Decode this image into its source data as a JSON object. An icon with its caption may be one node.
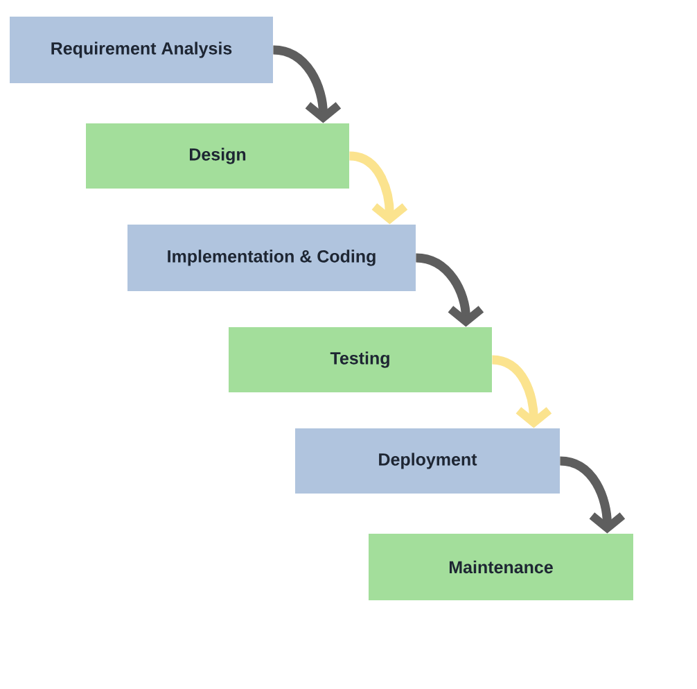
{
  "diagram": {
    "nodes": [
      {
        "text": [
          "Requirement Analysis"
        ]
      },
      {
        "text": [
          "Design"
        ]
      },
      {
        "text": [
          "Implementation & Coding"
        ]
      },
      {
        "text": [
          "Testing"
        ]
      },
      {
        "text": [
          "Deployment"
        ]
      },
      {
        "text": [
          "Maintenance"
        ]
      }
    ],
    "edges": [
      {
        "from": 0,
        "to": 1,
        "arrow": "to"
      },
      {
        "from": 1,
        "to": 2,
        "arrow": "to",
        "color": "#fbe38e"
      },
      {
        "from": 2,
        "to": 3,
        "arrow": "to"
      },
      {
        "from": 3,
        "to": 4,
        "arrow": "to",
        "color": "#fbe38e"
      },
      {
        "from": 4,
        "to": 5,
        "arrow": "to"
      }
    ]
  }
}
